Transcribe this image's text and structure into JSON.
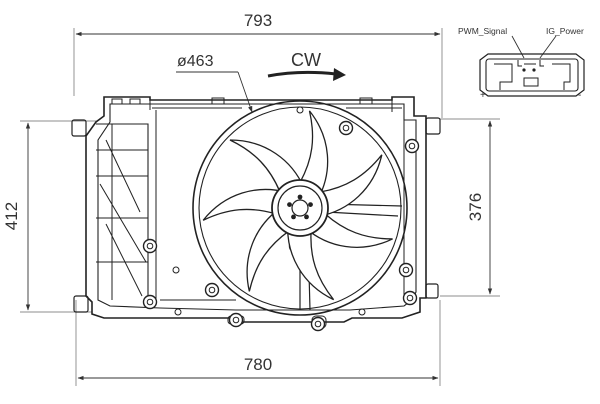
{
  "dimensions": {
    "overall_width": "793",
    "bottom_width": "780",
    "overall_height": "412",
    "mount_height": "376",
    "fan_diameter": "ø463"
  },
  "rotation": {
    "label": "CW"
  },
  "connector": {
    "pin_left_label": "PWM_Signal",
    "pin_right_label": "IG_Power",
    "plus_label": "+",
    "minus_label": "-"
  }
}
